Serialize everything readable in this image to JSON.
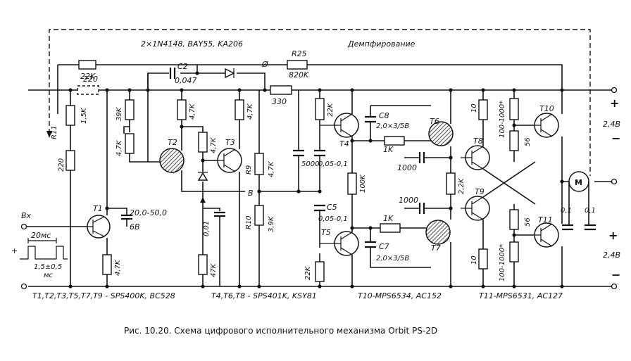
{
  "diagram": {
    "caption": "Рис. 10.20. Схема цифрового исполнительного механизма Orbit PS-2D",
    "top_notes": {
      "diodes": "2×1N4148, BAY55, KA206",
      "damping": "Демпфирование",
      "phi": "Ø"
    },
    "input": {
      "label": "Вх",
      "pulse_period": "20мс",
      "pulse_width": "1,5±0,5",
      "pulse_width_unit": "мс",
      "plus": "+"
    },
    "resistors": {
      "r_22k_top": "22K",
      "r25_name": "R25",
      "r25_value": "820K",
      "r_220_dashed": "220",
      "r11_name": "R11",
      "r11_value": "1,5K",
      "r_220_left": "220",
      "r_39k": "39K",
      "r_47k_a": "4,7K",
      "r_47k_t2": "4,7K",
      "r_47k_mid": "4,7K",
      "r_47k_t3": "4,7K",
      "r_330": "330",
      "r9_name": "R9",
      "r9_value": "4,7K",
      "r10_name": "R10",
      "r10_value": "3,9K",
      "r_47k_t1": "4,7K",
      "r_47k_bottom": "47K",
      "r_22k_t4": "22K",
      "r_22k_t5": "22K",
      "r_100k": "100K",
      "r_1k_top": "1K",
      "r_1k_bot": "1K",
      "r_22k_t8": "2,2K",
      "r_10_top": "10",
      "r_10_bot": "10",
      "r_100_1000_top": "100-1000*",
      "r_100_1000_bot": "100-1000*",
      "r_56_top": "56",
      "r_56_bot": "56"
    },
    "capacitors": {
      "c2_name": "C2",
      "c2_value": "0,047",
      "c_t1_value": "20,0-50,0",
      "c_t1_voltage": "6B",
      "c_001": "0,01",
      "c_5000": "5000",
      "c_005_top": "0,05-0,1",
      "c5_name": "C5",
      "c5_value": "0,05-0,1",
      "c8_name": "C8",
      "c8_value": "2,0×3/5B",
      "c7_name": "C7",
      "c7_value": "2,0×3/5B",
      "c_1000_top": "1000",
      "c_1000_bot": "1000",
      "c_motor_a": "0,1",
      "c_motor_b": "0,1"
    },
    "transistors": [
      "T1",
      "T2",
      "T3",
      "T4",
      "T5",
      "T6",
      "T7",
      "T8",
      "T9",
      "T10",
      "T11"
    ],
    "node_b": "B",
    "motor": "M",
    "supply": {
      "top_plus": "+",
      "top_voltage": "2,4B",
      "bottom_plus": "+",
      "bottom_voltage": "2,4B",
      "minus": "−"
    },
    "bottom_notes": {
      "group1": "T1,T2,T3,T5,T7,T9 - SPS400K, BC528",
      "group2": "T4,T6,T8 - SPS401K, KSY81",
      "group3": "T10-MPS6534, AC152",
      "group4": "T11-MPS6531, AC127"
    }
  }
}
